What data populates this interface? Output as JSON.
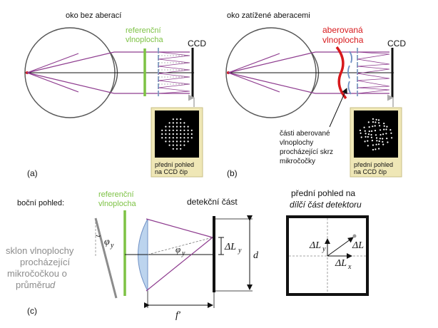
{
  "panel_a": {
    "title": "oko bez aberací",
    "ref_line1": "referenční",
    "ref_line2": "vlnoplocha",
    "ccd": "CCD",
    "box_line1": "přední pohled",
    "box_line2": "na CCD čip",
    "tag": "(a)"
  },
  "panel_b": {
    "title": "oko zatížené aberacemi",
    "aber_line1": "aberovaná",
    "aber_line2": "vlnoplocha",
    "ccd": "CCD",
    "note_line1": "části aberované",
    "note_line2": "vlnoplochy",
    "note_line3": "procházející skrz",
    "note_line4": "mikročočky",
    "box_line1": "přední pohled",
    "box_line2": "na CCD čip",
    "tag": "(b)"
  },
  "panel_c": {
    "side_view": "boční pohled:",
    "ref_line1": "referenční",
    "ref_line2": "vlnoplocha",
    "detector": "detekční část",
    "front_line1": "přední pohled na",
    "front_line2": "dílčí část detektoru",
    "slope_line1": "sklon vlnoplochy",
    "slope_line2": "procházející",
    "slope_line3": "mikročočkou o",
    "slope_line4": "průměru",
    "slope_d": "d",
    "phi": "φ",
    "phi_sub": "y",
    "delta": "ΔL",
    "sub_y": "y",
    "sub_x": "x",
    "d": "d",
    "f": "f′",
    "tag": "(c)"
  },
  "colors": {
    "purple": "#8e3c8f",
    "green": "#7dc244",
    "red": "#d7191c",
    "grey": "#8c8c8c",
    "box_fill": "#efe7b6",
    "lens_fill": "#bcd4ee"
  }
}
